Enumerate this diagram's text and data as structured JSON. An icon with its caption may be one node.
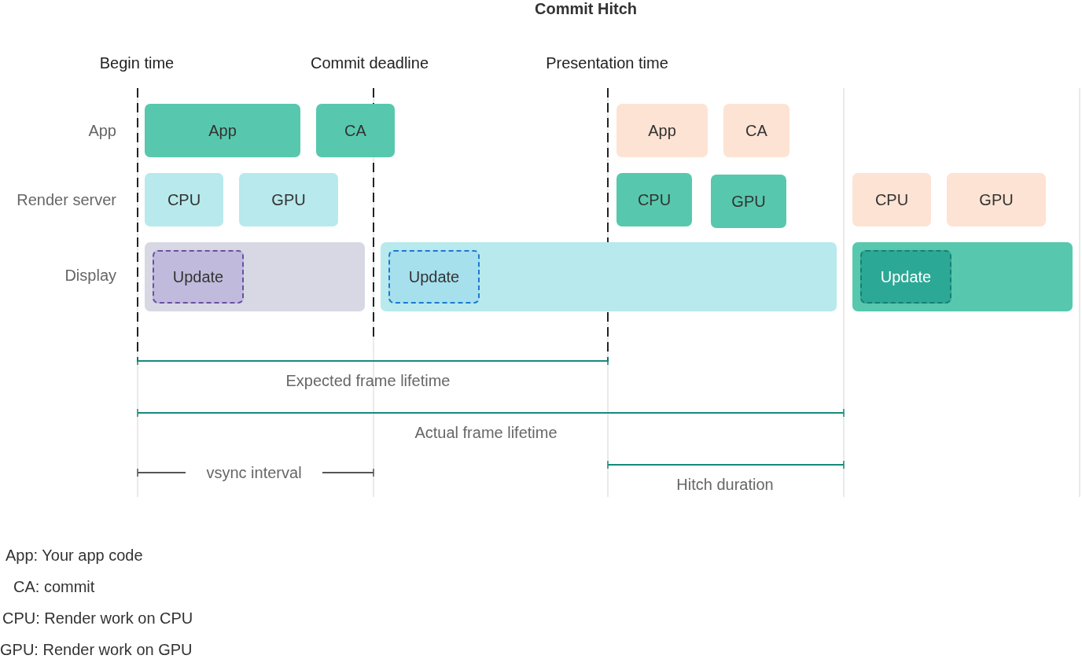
{
  "diagram": {
    "title": "Commit Hitch",
    "nodes": [
      {
        "text": [
          "App"
        ]
      },
      {
        "text": [
          "CA"
        ]
      },
      {
        "text": [
          "App"
        ]
      },
      {
        "text": [
          "CA"
        ]
      },
      {
        "text": [
          "CPU"
        ]
      },
      {
        "text": [
          "GPU"
        ]
      },
      {
        "text": [
          "CPU"
        ]
      },
      {
        "text": [
          "GPU"
        ]
      },
      {
        "text": [
          "CPU"
        ]
      },
      {
        "text": [
          "GPU"
        ]
      },
      {
        "text": [],
        "shape": "bar"
      },
      {
        "text": [
          "Update"
        ],
        "in": 10
      },
      {
        "text": [],
        "shape": "bar"
      },
      {
        "text": [
          "Update"
        ],
        "in": 12
      },
      {
        "text": [],
        "shape": "bar"
      },
      {
        "text": [
          "Update"
        ],
        "in": 14
      }
    ],
    "labels": [
      "Begin time",
      "Commit deadline",
      "Presentation time",
      "App",
      "Render server",
      "Display",
      "Expected frame lifetime",
      "Actual frame lifetime",
      "vsync interval",
      "Hitch duration",
      "App: Your app code",
      "CA: commit",
      "CPU: Render work on CPU",
      "GPU: Render work on GPU"
    ]
  }
}
